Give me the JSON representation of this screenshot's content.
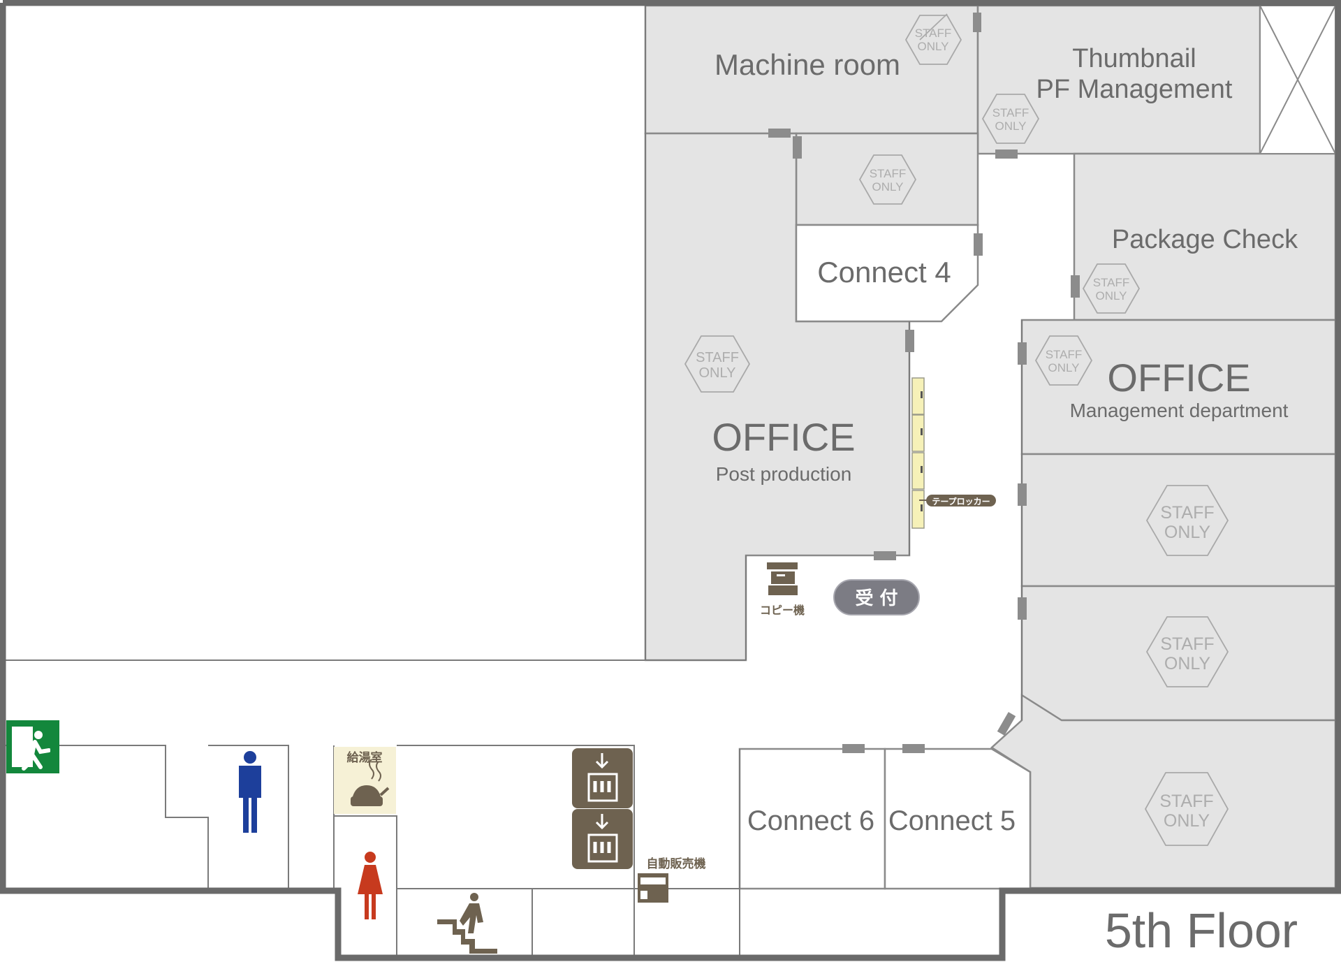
{
  "floor_label": "5th Floor",
  "staff_only": "STAFF ONLY",
  "staff_only_line1": "STAFF",
  "staff_only_line2": "ONLY",
  "rooms": {
    "machine_room": "Machine room",
    "thumbnail_line1": "Thumbnail",
    "thumbnail_line2": "PF Management",
    "package_check": "Package Check",
    "connect4": "Connect 4",
    "connect5": "Connect 5",
    "connect6": "Connect 6",
    "office_post_title": "OFFICE",
    "office_post_sub": "Post production",
    "office_mgmt_title": "OFFICE",
    "office_mgmt_sub": "Management department"
  },
  "facilities": {
    "reception": "受 付",
    "copier": "コピー機",
    "tape_locker": "テープロッカー",
    "kitchenette": "給湯室",
    "vending_machine": "自動販売機"
  },
  "icons": {
    "emergency_exit": "emergency-exit-icon",
    "mens_restroom": "mens-restroom-icon",
    "womens_restroom": "womens-restroom-icon",
    "elevator": "elevator-icon",
    "stairs": "stairs-icon",
    "kettle": "kettle-icon",
    "copier": "copier-icon",
    "vending": "vending-machine-icon"
  },
  "colors": {
    "room_fill": "#e4e4e4",
    "wall": "#7a7a7a",
    "exit_green": "#13873c",
    "mens_blue": "#1d3f9b",
    "womens_red": "#c73a1e",
    "facility_brown": "#6e6250",
    "reception_bg": "#7c7c84",
    "locker_yellow": "#f6f1b8"
  }
}
